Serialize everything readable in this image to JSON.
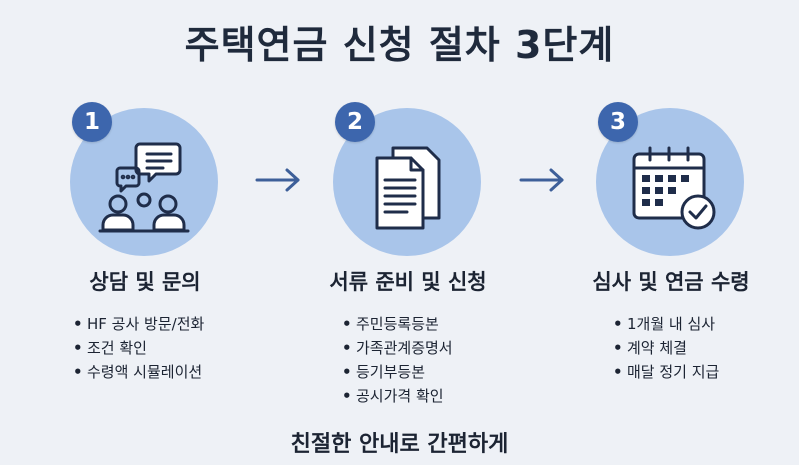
{
  "title": "주택연금 신청 절차 3단계",
  "steps": [
    {
      "number": "1",
      "title": "상담 및 문의",
      "items": [
        "HF 공사 방문/전화",
        "조건 확인",
        "수령액 시뮬레이션"
      ]
    },
    {
      "number": "2",
      "title": "서류 준비 및 신청",
      "items": [
        "주민등록등본",
        "가족관계증명서",
        "등기부등본",
        "공시가격 확인"
      ]
    },
    {
      "number": "3",
      "title": "심사 및 연금 수령",
      "items": [
        "1개월 내 심사",
        "계약 체결",
        "매달 정기 지급"
      ]
    }
  ],
  "bullet": "•",
  "footer": "친절한 안내로 간편하게",
  "colors": {
    "background": "#eef1f6",
    "circle": "#a9c5ea",
    "badge": "#3d66ad",
    "icon_stroke": "#1f2d4a",
    "arrow": "#3d5f99"
  },
  "icons": [
    "consultation-people-icon",
    "documents-icon",
    "calendar-check-icon",
    "arrow-right-icon"
  ]
}
